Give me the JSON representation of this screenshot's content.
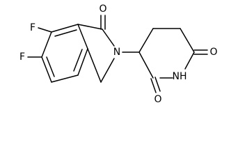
{
  "structure": {
    "atoms": {
      "fluorine_upper": "F",
      "fluorine_lower": "F",
      "carbonyl_oxygen_isoindolinone": "O",
      "nitrogen_isoindolinone": "N",
      "nitrogen_glutarimide": "NH",
      "carbonyl_oxygen_glutarimide_right": "O",
      "carbonyl_oxygen_glutarimide_left": "O"
    }
  }
}
